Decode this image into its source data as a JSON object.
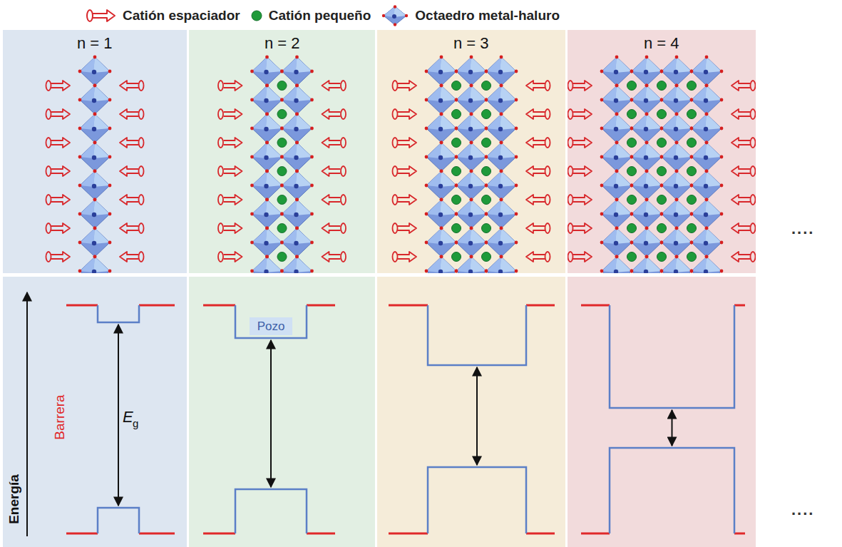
{
  "diagram": {
    "nodes": [
      {
        "text": [
          "n = 1"
        ]
      },
      {
        "text": [
          "n = 2"
        ]
      },
      {
        "text": [
          "n = 3"
        ]
      },
      {
        "text": [
          "n = 4"
        ]
      }
    ],
    "labels": [
      "Energía",
      "Barrera",
      "E",
      "g",
      "Pozo",
      "....",
      "...."
    ],
    "legend": [
      {
        "text": "Catión espaciador"
      },
      {
        "text": "Catión pequeño"
      },
      {
        "text": "Octaedro metal-haluro"
      }
    ]
  }
}
